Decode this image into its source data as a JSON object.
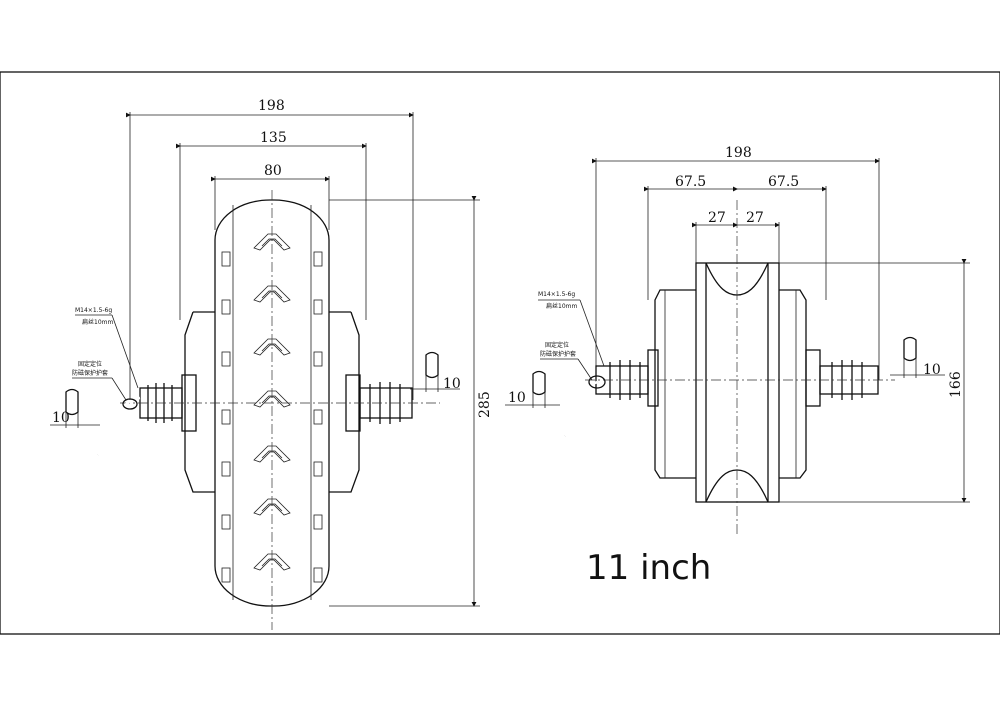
{
  "caption": "11 inch",
  "left_view": {
    "width_overall": "198",
    "width_flange": "135",
    "width_tire": "80",
    "diameter": "285",
    "thread_label": "M14×1.5-6g",
    "flat_label": "扁丝10mm",
    "wire_label_1": "固定定位",
    "wire_label_2": "防磁保护护套",
    "axle_flat_left": "10",
    "axle_flat_right": "10"
  },
  "right_view": {
    "width_overall": "198",
    "half_left": "67.5",
    "half_right": "67.5",
    "rim_left": "27",
    "rim_right": "27",
    "diameter": "166",
    "thread_label": "M14×1.5-6g",
    "flat_label": "扁丝10mm",
    "wire_label_1": "固定定位",
    "wire_label_2": "防磁保护护套",
    "axle_flat_left": "10",
    "axle_flat_right": "10"
  }
}
